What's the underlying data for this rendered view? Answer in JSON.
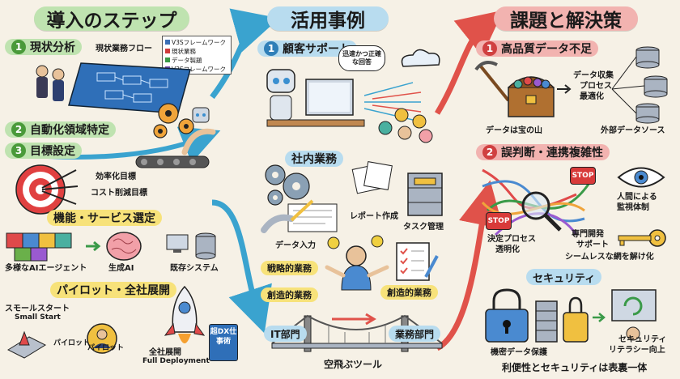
{
  "columns": {
    "left": {
      "title": "導入のステップ",
      "steps": [
        {
          "num": "1",
          "label": "現状分析"
        },
        {
          "num": "2",
          "label": "自動化領域特定"
        },
        {
          "num": "3",
          "label": "目標設定"
        }
      ],
      "flow_label": "現状業務フロー",
      "flow_legend": [
        "V3Sフレームワーク",
        "現状業務",
        "データ製題",
        "V3Sフレームワーク"
      ],
      "goals": [
        "効率化目標",
        "コスト削減目標"
      ],
      "service_title": "機能・サービス選定",
      "services": [
        "多様なAIエージェント",
        "生成AI",
        "既存システム"
      ],
      "pilot_title": "パイロット・全社展開",
      "pilot": {
        "small_start": "スモールスタート",
        "small_start_en": "Small Start",
        "pilot_a": "パイロット",
        "pilot_b": "パイロット",
        "full": "全社展開",
        "full_en": "Full Deployment",
        "book": "超DX仕事術"
      }
    },
    "middle": {
      "title": "活用事例",
      "case1_num": "1",
      "case1": "顧客サポート",
      "bubble": "迅速かつ正確な回答",
      "case2": "社内業務",
      "tasks": [
        "データ入力",
        "レポート作成",
        "タスク管理"
      ],
      "strategic": "戦略的業務",
      "creative_a": "創造的業務",
      "creative_b": "創造的業務",
      "it": "IT部門",
      "business": "業務部門",
      "tool": "空飛ぶツール"
    },
    "right": {
      "title": "課題と解決策",
      "issue1_num": "1",
      "issue1": "高品質データ不足",
      "treasure": "データは宝の山",
      "process": [
        "データ収集",
        "プロセス",
        "最適化"
      ],
      "external": "外部データソース",
      "issue2_num": "2",
      "issue2": "誤判断・連携複雑性",
      "stop": "STOP",
      "decision": [
        "決定プロセス",
        "透明化"
      ],
      "expert": [
        "専門開発",
        "サポート"
      ],
      "untangle": "シームレスな網を解け化",
      "human": [
        "人間による",
        "監視体制"
      ],
      "security_title": "セキュリティ",
      "secret": "機密データ保護",
      "literacy": [
        "セキュリティ",
        "リテラシー向上"
      ],
      "footer": "利便性とセキュリティは表裏一体"
    }
  },
  "colors": {
    "green": "#bfe3b0",
    "blue": "#b8dcef",
    "red": "#f2b3b0",
    "yellow": "#f7e27a",
    "arrow_blue": "#3aa3cf",
    "arrow_red": "#e0524a"
  }
}
